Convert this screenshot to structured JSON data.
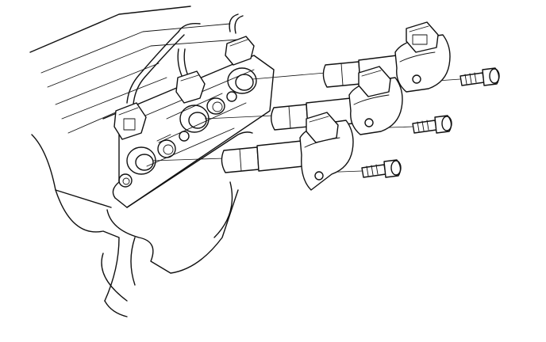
{
  "diagram": {
    "ink_color": "#111111",
    "background_color": "#ffffff",
    "components": [
      {
        "name": "cylinder-head-cover"
      },
      {
        "name": "spark-plug-hole",
        "count": 3
      },
      {
        "name": "ignition-coil",
        "count": 3
      },
      {
        "name": "mounting-bolt",
        "count": 3
      },
      {
        "name": "coil-connector",
        "count": 3
      }
    ]
  }
}
